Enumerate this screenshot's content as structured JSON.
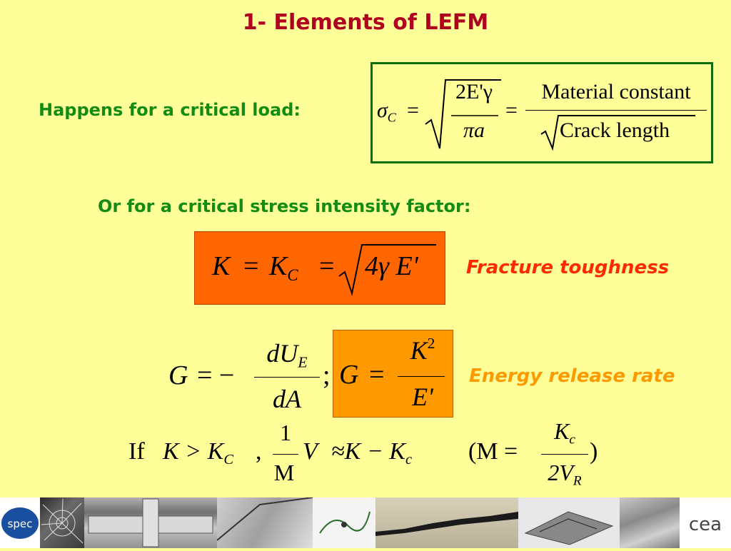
{
  "slide": {
    "title": "1- Elements of LEFM",
    "critical_load_label": "Happens for a critical load:",
    "critical_sif_label": "Or for a critical stress intensity factor:",
    "fracture_toughness_label": "Fracture toughness",
    "energy_release_label": "Energy release rate"
  },
  "eq1": {
    "sigma": "σ",
    "sigma_sub": "C",
    "equals": "=",
    "num": "2E'γ",
    "den": "πa",
    "equals2": "=",
    "rhs_num": "Material constant",
    "rhs_den": "Crack length"
  },
  "eq2": {
    "lhs": "K",
    "eq": "=",
    "kc": "K",
    "kc_sub": "C",
    "eq2": "=",
    "root": "4γ E'"
  },
  "eq3": {
    "g": "G",
    "eq": "= −",
    "num": "dU",
    "num_sub": "E",
    "den": "dA",
    "sep": ";",
    "g2": "G",
    "eq2": "=",
    "num2": "K",
    "num2_sup": "2",
    "den2": "E'"
  },
  "eq4": {
    "if": "If",
    "cond": "K > K",
    "cond_sub": "C",
    "comma": ",",
    "one": "1",
    "m": "M",
    "v": "V",
    "approx": "≈K − K",
    "approx_sub": "c",
    "paren_open": "(M =",
    "kc": "K",
    "kc_sub": "c",
    "two_v": "2V",
    "two_v_sub": "R",
    "paren_close": ")"
  },
  "logos": {
    "left": "spec",
    "right": "cea"
  },
  "colors": {
    "background": "#ffff99",
    "title": "#b00020",
    "green_text": "#128c12",
    "box_border": "#0a6e0a",
    "orange_box": "#ff6600",
    "light_orange_box": "#ff9900",
    "red_label": "#ff2a00",
    "orange_label": "#ff9900"
  }
}
